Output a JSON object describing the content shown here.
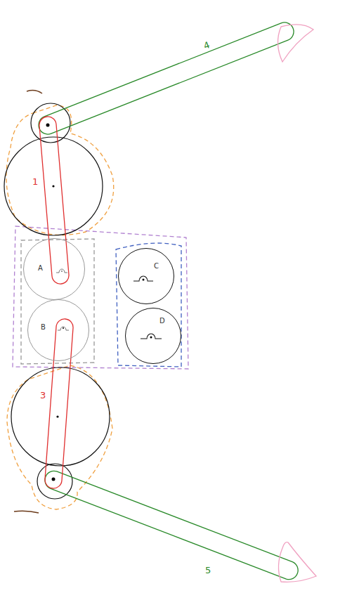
{
  "diagram": {
    "nodes": [
      {
        "text": [
          "A"
        ]
      },
      {
        "text": [
          "B"
        ]
      },
      {
        "text": [
          "C"
        ]
      },
      {
        "text": [
          "D"
        ]
      }
    ],
    "labels": [
      "4",
      "1",
      "3",
      "5"
    ]
  }
}
